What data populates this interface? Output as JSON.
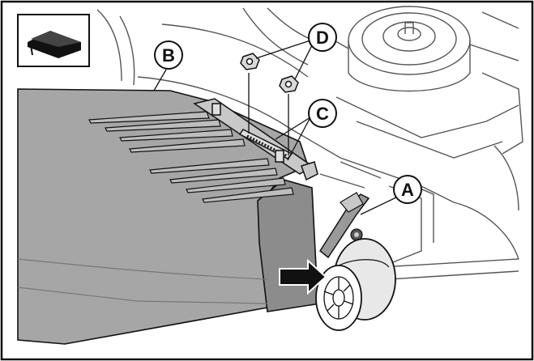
{
  "callouts": {
    "a": "A",
    "b": "B",
    "c": "C",
    "d": "D"
  },
  "colors": {
    "outline": "#111111",
    "line_art": "#555555",
    "grass_bag": "#a6a6a6",
    "grass_bag_dark": "#8c8c8c",
    "background": "#ffffff"
  },
  "icons": {
    "inset": "clip-part-icon",
    "arrow": "removal-arrow-icon"
  }
}
